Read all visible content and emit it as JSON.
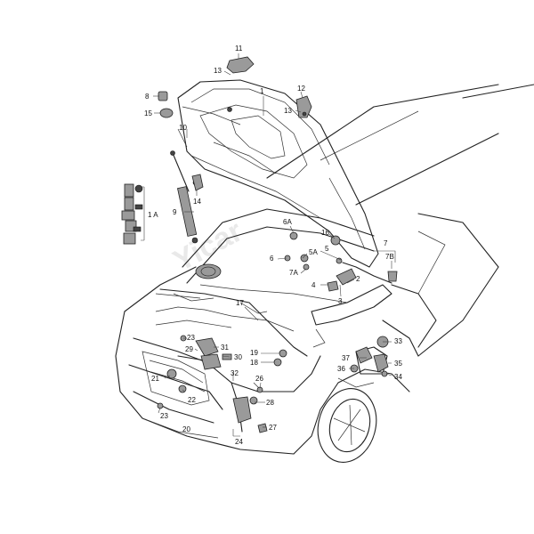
{
  "diagram": {
    "watermark": "Yicar",
    "callouts": [
      "11",
      "13",
      "12",
      "13",
      "8",
      "15",
      "1",
      "10",
      "14",
      "9",
      "1 A",
      "6A",
      "16",
      "7",
      "5A",
      "6",
      "5",
      "7B",
      "7A",
      "4",
      "2",
      "3",
      "17",
      "23",
      "31",
      "29",
      "30",
      "33",
      "19",
      "18",
      "37",
      "35",
      "32",
      "36",
      "34",
      "26",
      "21",
      "22",
      "23",
      "28",
      "20",
      "27",
      "24"
    ]
  }
}
